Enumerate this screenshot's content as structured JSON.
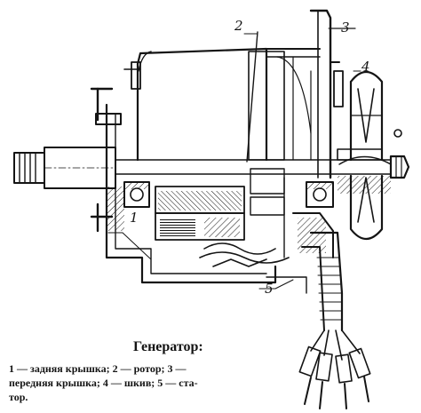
{
  "callouts": {
    "c1": "1",
    "c2": "2",
    "c3": "3",
    "c4": "4",
    "c5": "5"
  },
  "caption": {
    "title": "Генератор:",
    "legend_line1": "1 — задняя крышка; 2 — ротор; 3 —",
    "legend_line2": "передняя крышка; 4 — шкив; 5 — ста-",
    "legend_line3": "тор."
  },
  "colors": {
    "ink": "#141414",
    "paper": "#ffffff"
  }
}
